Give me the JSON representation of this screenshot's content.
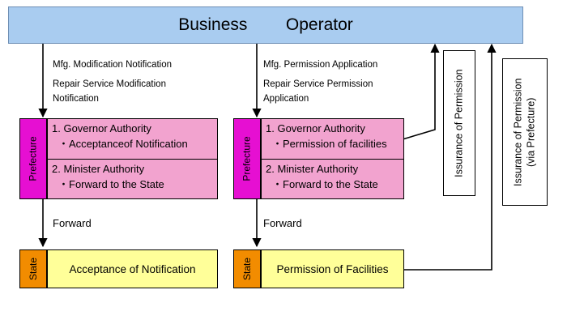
{
  "operator": {
    "title": "Business   Operator"
  },
  "left": {
    "notification_line1": "Mfg. Modification Notification",
    "notification_line2": "Repair Service Modification",
    "notification_line3": "Notification",
    "prefecture_label": "Prefecture",
    "item1_title": "1. Governor Authority",
    "item1_detail": "・Acceptanceof Notification",
    "item2_title": "2. Minister Authority",
    "item2_detail": "・Forward to the State",
    "forward_label": "Forward",
    "state_label": "State",
    "state_text": "Acceptance of Notification"
  },
  "right": {
    "application_line1": "Mfg. Permission Application",
    "application_line2": "Repair Service Permission",
    "application_line3": "Application",
    "prefecture_label": "Prefecture",
    "item1_title": "1. Governor Authority",
    "item1_detail": "・Permission of facilities",
    "item2_title": "2. Minister Authority",
    "item2_detail": "・Forward to the State",
    "forward_label": "Forward",
    "state_label": "State",
    "state_text": "Permission of Facilities"
  },
  "issuance": {
    "direct": "Issurance of Permission",
    "via_line1": "Issurance of Permission",
    "via_line2": "(via Prefecture)"
  },
  "colors": {
    "operator_bg": "#a9ccf0",
    "prefecture_bar": "#e60fd2",
    "prefecture_panel": "#f2a3cf",
    "state_bar": "#f28c00",
    "state_panel": "#ffff99"
  }
}
